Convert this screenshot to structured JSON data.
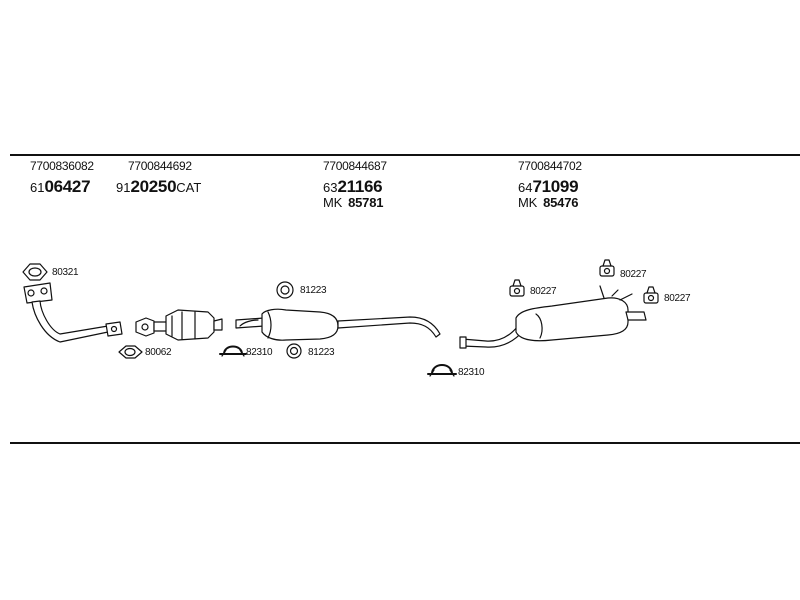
{
  "columns": [
    {
      "oe": "7700836082",
      "part_prefix": "61",
      "part_main": "06427",
      "part_suffix": ""
    },
    {
      "oe": "7700844692",
      "part_prefix": "91",
      "part_main": "20250",
      "part_suffix": "CAT"
    },
    {
      "oe": "7700844687",
      "part_prefix": "63",
      "part_main": "21166",
      "part_suffix": "",
      "mk_label": "MK",
      "mk_number": "85781"
    },
    {
      "oe": "7700844702",
      "part_prefix": "64",
      "part_main": "71099",
      "part_suffix": "",
      "mk_label": "MK",
      "mk_number": "85476"
    }
  ],
  "callouts": {
    "c80321": "80321",
    "c80062": "80062",
    "c81223a": "81223",
    "c82310a": "82310",
    "c81223b": "81223",
    "c82310b": "82310",
    "c80227a": "80227",
    "c80227b": "80227",
    "c80227c": "80227"
  },
  "colors": {
    "ink": "#111111",
    "paper": "#ffffff",
    "shade": "#bdbdbd"
  }
}
